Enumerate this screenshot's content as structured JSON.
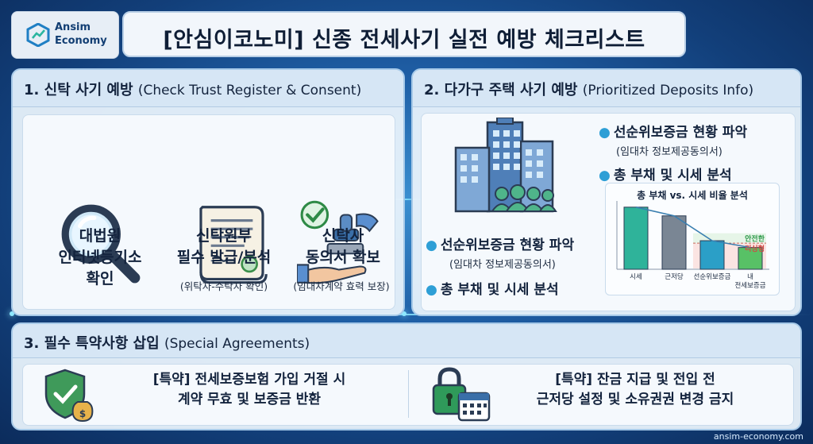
{
  "logo": {
    "line1": "Ansim",
    "line2": "Economy"
  },
  "title": "[안심이코노미] 신종 전세사기 실전 예방 체크리스트",
  "section1": {
    "title_ko": "1. 신탁 사기 예방",
    "title_en": "(Check Trust Register & Consent)",
    "items": [
      {
        "icon": "magnifier-icon",
        "lines": [
          "대법원",
          "인터넷등기소",
          "확인"
        ],
        "sub": ""
      },
      {
        "icon": "document-icon",
        "lines": [
          "신탁원부",
          "필수 발급/분석"
        ],
        "sub": "(위탁자-수탁자 확인)"
      },
      {
        "icon": "stamp-icon",
        "lines": [
          "신탁사",
          "동의서 확보"
        ],
        "sub": "(임대차계약 효력 보장)"
      }
    ]
  },
  "section2": {
    "title_ko": "2. 다가구 주택 사기 예방",
    "title_en": "(Prioritized Deposits Info)",
    "bullets_right": [
      {
        "head": "선순위보증금 현황 파악",
        "sub": "(임대차 정보제공동의서)"
      },
      {
        "head": "총 부채 및 시세 분석",
        "sub": ""
      }
    ],
    "bullets_left": [
      {
        "head": "선순위보증금 현황 파악",
        "sub": "(임대차 정보제공동의서)"
      },
      {
        "head": "총 부채 및 시세 분석",
        "sub": ""
      }
    ]
  },
  "chart_data": {
    "type": "bar",
    "title": "총 부채 vs. 시세 비율 분석",
    "categories": [
      "시세",
      "근저당",
      "선순위보증금",
      "내 전세보증금"
    ],
    "category_labels": [
      [
        "시세"
      ],
      [
        "근저당"
      ],
      [
        "선순위보증금"
      ],
      [
        "내",
        "전세보증금"
      ]
    ],
    "values": [
      100,
      86,
      46,
      35
    ],
    "ylim": [
      0,
      110
    ],
    "bar_colors": [
      "#2fb39a",
      "#7a8694",
      "#2b9fc7",
      "#58c166"
    ],
    "annotations": [
      {
        "text": "안전한",
        "color": "#2e9a4a"
      },
      {
        "text": "리싱형",
        "color": "#d04a44"
      }
    ],
    "trend_line": true,
    "grid": false
  },
  "section3": {
    "title_ko": "3. 필수 특약사항 삽입",
    "title_en": "(Special Agreements)",
    "items": [
      {
        "icon": "shield-money-icon",
        "lines": [
          "[특약] 전세보증보험 가입 거절 시",
          "계약 무효 및 보증금 반환"
        ]
      },
      {
        "icon": "lock-calendar-icon",
        "lines": [
          "[특약] 잔금 지급 및 전입 전",
          "근저당 설정 및 소유권권 변경 금지"
        ]
      }
    ]
  },
  "footer": "ansim-economy.com",
  "colors": {
    "accent_blue": "#2e9fd6",
    "panel_bg": "#e8f2fb",
    "title_text": "#0f1e36"
  }
}
